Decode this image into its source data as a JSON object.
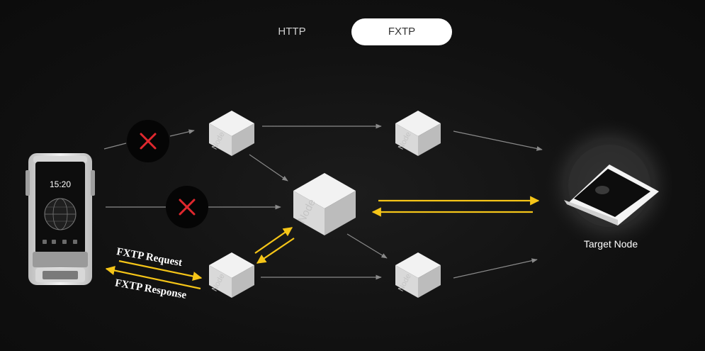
{
  "tabs": {
    "http": "HTTP",
    "fxtp": "FXTP",
    "active": "FXTP"
  },
  "diagram": {
    "node_label": "Node",
    "target_label": "Target Node",
    "request_label": "FXTP Request",
    "response_label": "FXTP Response",
    "device_time": "15:20"
  },
  "colors": {
    "background": "#111111",
    "accent_arrow": "#f5c518",
    "blocked_x": "#e0282e",
    "gray_arrow": "#8a8a8a"
  }
}
